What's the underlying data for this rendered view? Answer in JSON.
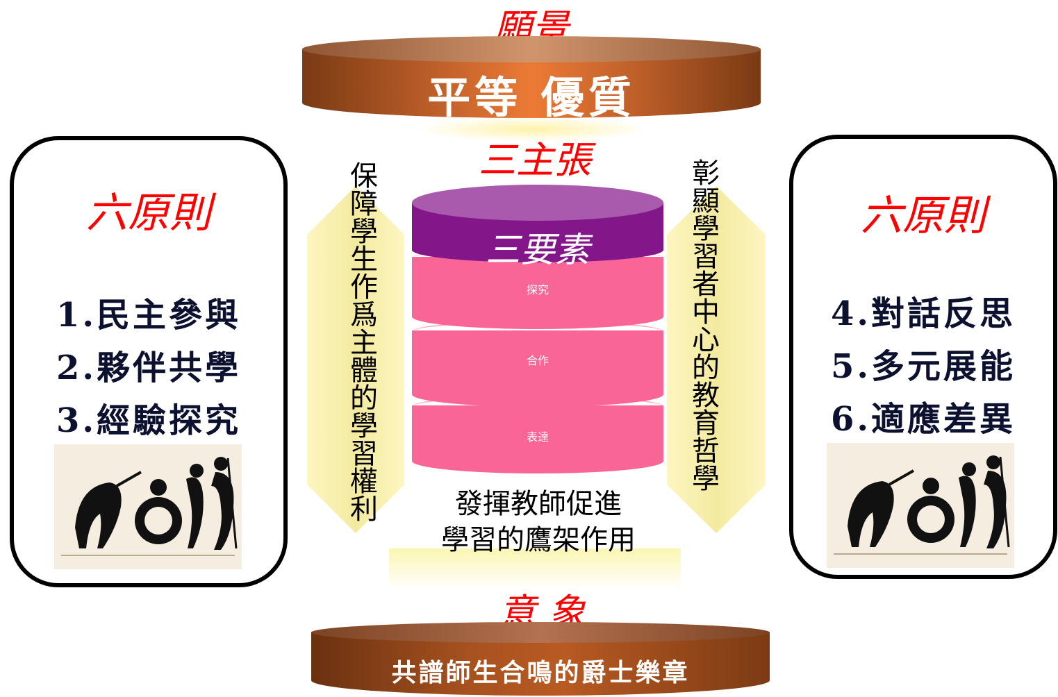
{
  "vision": {
    "title": "願景",
    "text": "平等 優質"
  },
  "propositions": {
    "title": "三主張"
  },
  "elements": {
    "title": "三要素",
    "items": [
      "探究",
      "合作",
      "表達"
    ]
  },
  "scaffold": {
    "line1": "發揮教師促進",
    "line2": "學習的鷹架作用"
  },
  "left_band": {
    "text": "保障學生作爲主體的學習權利"
  },
  "right_band": {
    "text": "彰顯學習者中心的教育哲學"
  },
  "principles_left": {
    "title": "六原則",
    "items": [
      "1.民主參與",
      "2.夥伴共學",
      "3.經驗探究"
    ]
  },
  "principles_right": {
    "title": "六原則",
    "items": [
      "4.對話反思",
      "5.多元展能",
      "6.適應差異"
    ]
  },
  "image": {
    "title": "意 象",
    "text": "共譜師生合鳴的爵士樂章"
  },
  "colors": {
    "accent_red": "#ff0000",
    "purple": "#83178a",
    "pink": "#f96596",
    "bronze": "#b85a22",
    "band_yellow": "#f3eaa0"
  },
  "illustration": {
    "name": "jazz-band-silhouette"
  }
}
